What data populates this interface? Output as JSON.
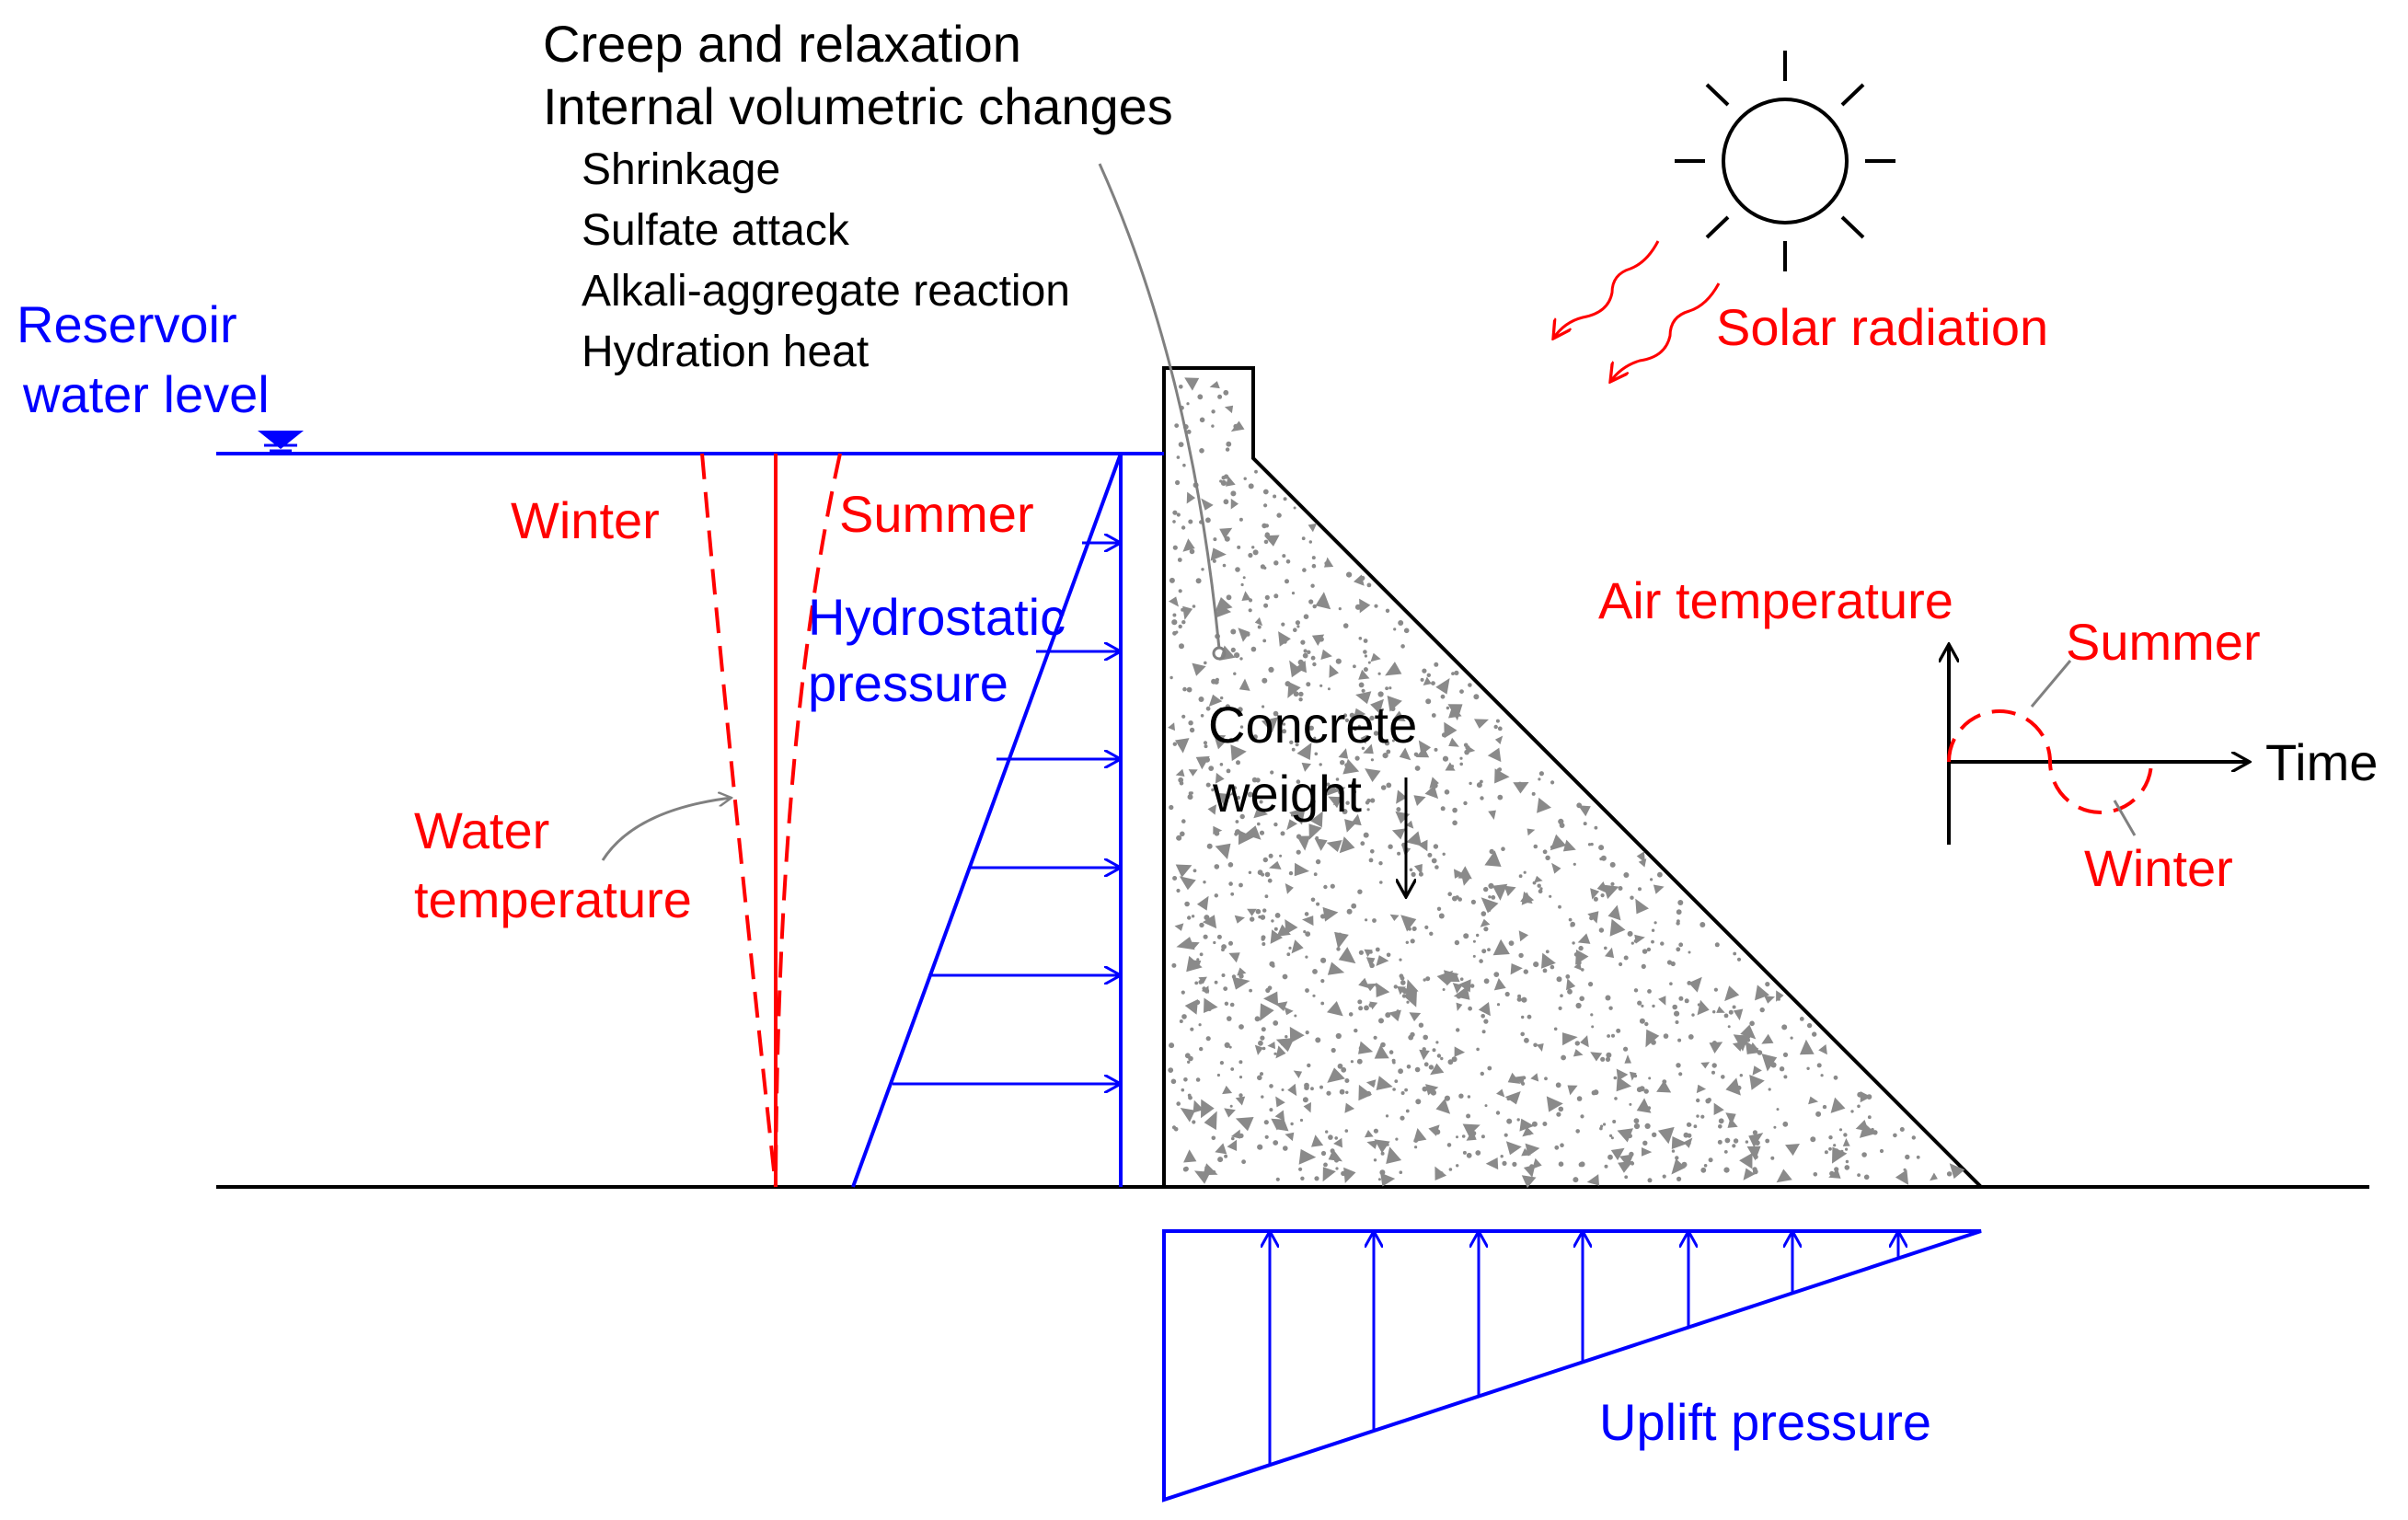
{
  "labels": {
    "creep": "Creep and relaxation",
    "internal": "Internal volumetric changes",
    "shrinkage": "Shrinkage",
    "sulfate": "Sulfate attack",
    "alkali": "Alkali-aggregate reaction",
    "hydration": "Hydration heat",
    "reservoir_1": "Reservoir",
    "reservoir_2": "water level",
    "winter_water": "Winter",
    "summer_water": "Summer",
    "hydrostatic_1": "Hydrostatic",
    "hydrostatic_2": "pressure",
    "water_temp_1": "Water",
    "water_temp_2": "temperature",
    "concrete_1": "Concrete",
    "concrete_2": "weight",
    "solar": "Solar radiation",
    "air_temp": "Air temperature",
    "summer_air": "Summer",
    "winter_air": "Winter",
    "time": "Time",
    "uplift": "Uplift pressure"
  },
  "colors": {
    "blue": "#0000ff",
    "red": "#ff0000",
    "black": "#000000",
    "gray": "#808080",
    "aggregate": "#8a8a8a"
  },
  "icons": {
    "sun": "sun-icon",
    "water_level_marker": "water-level-triangle-icon"
  }
}
